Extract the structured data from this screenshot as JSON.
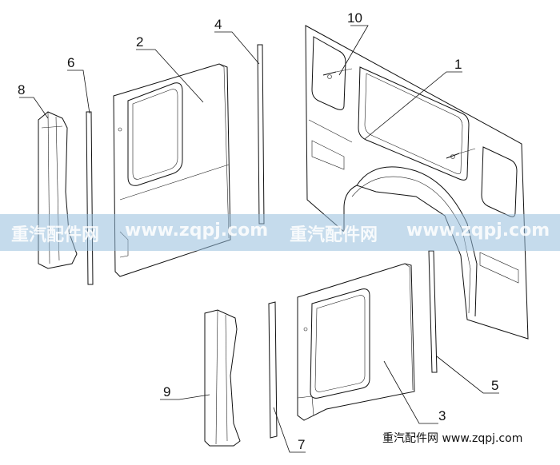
{
  "callouts": {
    "c1": "1",
    "c2": "2",
    "c3": "3",
    "c4": "4",
    "c5": "5",
    "c6": "6",
    "c7": "7",
    "c8": "8",
    "c9": "9",
    "c10": "10"
  },
  "watermark": {
    "left_cn": "重汽配件网",
    "left_url": "www.zqpj.com",
    "right_cn": "重汽配件网",
    "right_url": "www.zqpj.com",
    "footer": "重汽配件网 www.zqpj.com",
    "band_color": "#96bedc"
  },
  "colors": {
    "line": "#111111",
    "background": "#ffffff"
  }
}
